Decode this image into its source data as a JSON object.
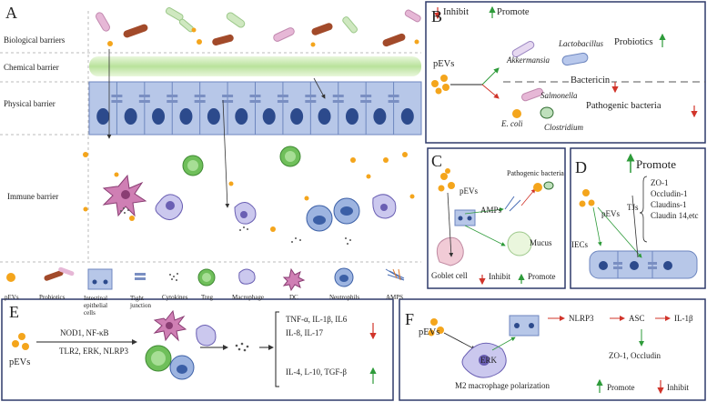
{
  "colors": {
    "panel_border": "#2f3a6a",
    "cell_fill": "#b7c7e8",
    "nucleus": "#2c4a8c",
    "ev": "#f4a51c",
    "mucus": "#bfe6a6",
    "treg": "#6fbf5a",
    "dc": "#b04a8c",
    "up": "#2e9b3a",
    "down": "#d1342a"
  },
  "panelA": {
    "letter": "A",
    "rows": {
      "biological": "Biological barriers",
      "chemical": "Chemical barrier",
      "physical": "Physical barrier",
      "immune": "Immune barrier"
    },
    "legend": [
      {
        "id": "pevs",
        "label": "pEVs"
      },
      {
        "id": "probiotics",
        "label": "Probiotics"
      },
      {
        "id": "iec",
        "label": "Intestinal epithelial cells"
      },
      {
        "id": "tj",
        "label": "Tight junction"
      },
      {
        "id": "cytokines",
        "label": "Cytokines"
      },
      {
        "id": "treg",
        "label": "Treg"
      },
      {
        "id": "macrophage",
        "label": "Macrophage"
      },
      {
        "id": "dc",
        "label": "DC"
      },
      {
        "id": "neutrophils",
        "label": "Neutrophils"
      },
      {
        "id": "amps",
        "label": "AMPS"
      }
    ]
  },
  "panelB": {
    "letter": "B",
    "inhibit": "Inhibit",
    "promote": "Promote",
    "pevs": "pEVs",
    "akkermansia": "Akkermansia",
    "lactobacillus": "Lactobacillus",
    "probiotics": "Probiotics",
    "bactericin": "Bactericin",
    "salmonella": "Salmonella",
    "ecoli": "E. coli",
    "clostridium": "Clostridium",
    "pathogenic": "Pathogenic bacteria"
  },
  "panelC": {
    "letter": "C",
    "pevs": "pEVs",
    "pathogenic": "Pathogenic bacteria",
    "amps": "AMPs",
    "mucus": "Mucus",
    "goblet": "Goblet cell",
    "inhibit": "Inhibit",
    "promote": "Promote"
  },
  "panelD": {
    "letter": "D",
    "promote": "Promote",
    "pevs": "pEVs",
    "tjs": "TJs",
    "zo1": "ZO-1",
    "occludin": "Occludin-1",
    "claudins": "Claudins-1",
    "claudin14": "Claudin 14,etc",
    "iecs": "IECs"
  },
  "panelE": {
    "letter": "E",
    "pevs": "pEVs",
    "pathway1": "NOD1, NF-κB",
    "pathway2": "TLR2, ERK, NLRP3",
    "cyt_down1": "TNF-α, IL-1β, IL6",
    "cyt_down2": "IL-8, IL-17",
    "cyt_up": "IL-4, L-10, TGF-β"
  },
  "panelF": {
    "letter": "F",
    "pevs": "pEVs",
    "erk": "ERK",
    "m2": "M2 macrophage polarization",
    "nlrp3": "NLRP3",
    "asc": "ASC",
    "il1b": "IL-1β",
    "zo1_occ": "ZO-1, Occludin",
    "promote": "Promote",
    "inhibit": "Inhibit"
  }
}
